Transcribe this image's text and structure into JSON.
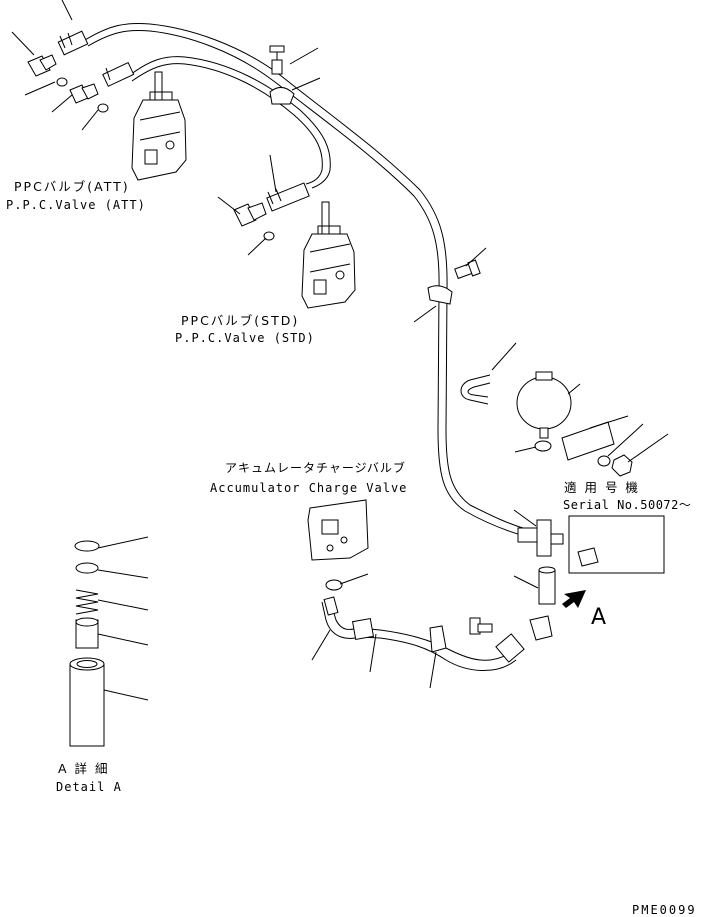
{
  "labels": {
    "ppc_att_jp": "PPCバルブ(ATT)",
    "ppc_att_en": "P.P.C.Valve (ATT)",
    "ppc_std_jp": "PPCバルブ(STD)",
    "ppc_std_en": "P.P.C.Valve (STD)",
    "acc_jp": "アキュムレータチャージバルブ",
    "acc_en": "Accumulator Charge Valve",
    "applicable_jp": "適 用 号 機",
    "serial_en": "Serial No.50072～",
    "view_letter": "A",
    "detail_jp": "A 詳 細",
    "detail_en": "Detail A",
    "page_code": "PME0099"
  }
}
